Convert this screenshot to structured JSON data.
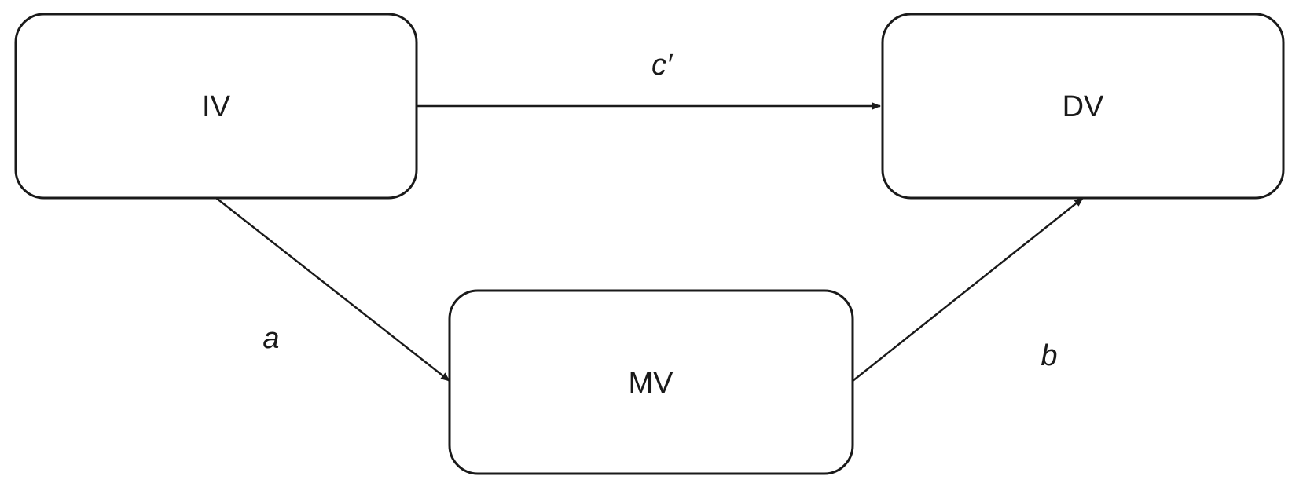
{
  "nodes": {
    "iv": {
      "label": "IV"
    },
    "dv": {
      "label": "DV"
    },
    "mv": {
      "label": "MV"
    }
  },
  "paths": {
    "direct": {
      "label": "c′",
      "from": "IV",
      "to": "DV"
    },
    "a": {
      "label": "a",
      "from": "IV",
      "to": "MV"
    },
    "b": {
      "label": "b",
      "from": "MV",
      "to": "DV"
    }
  },
  "colors": {
    "stroke": "#1a1a1a",
    "background": "#ffffff"
  }
}
